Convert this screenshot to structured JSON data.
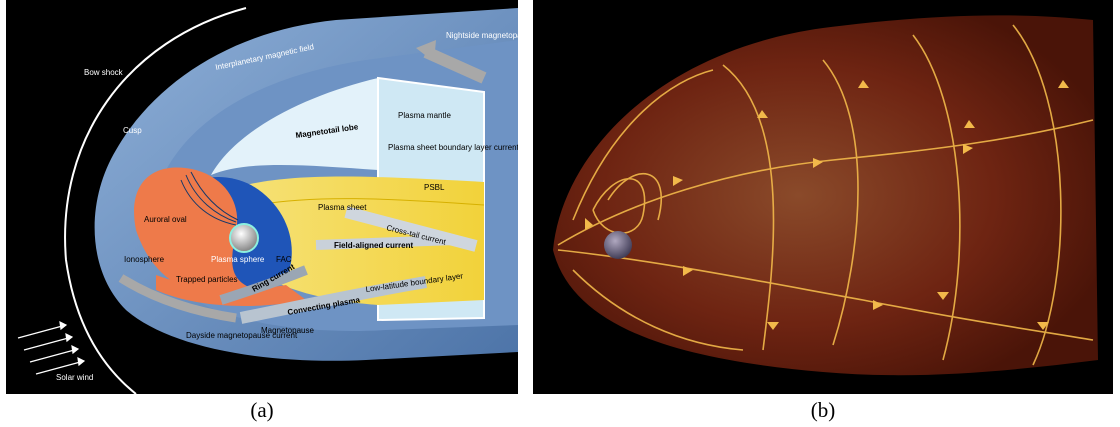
{
  "panel_a": {
    "caption": "(a)",
    "labels": {
      "bow_shock": "Bow shock",
      "imf": "Interplanetary magnetic field",
      "nightside_current": "Nightside magnetopause current",
      "cusp": "Cusp",
      "magnetotail_lobe": "Magnetotail lobe",
      "plasma_mantle": "Plasma mantle",
      "psbl_current": "Plasma sheet boundary layer current",
      "psbl": "PSBL",
      "plasma_sheet": "Plasma sheet",
      "auroral_oval": "Auroral oval",
      "cross_tail_current": "Cross-tail current",
      "plasmasphere": "Plasma sphere",
      "fac": "FAC",
      "field_aligned_current": "Field-aligned current",
      "ionosphere": "Ionosphere",
      "ring_current": "Ring current",
      "trapped_particles": "Trapped particles",
      "convecting_plasma": "Convecting plasma",
      "llbl": "Low-latitude boundary layer",
      "dayside_current": "Dayside magnetopause current",
      "magnetopause": "Magnetopause",
      "solar_wind": "Solar wind"
    }
  },
  "panel_b": {
    "caption": "(b)"
  }
}
